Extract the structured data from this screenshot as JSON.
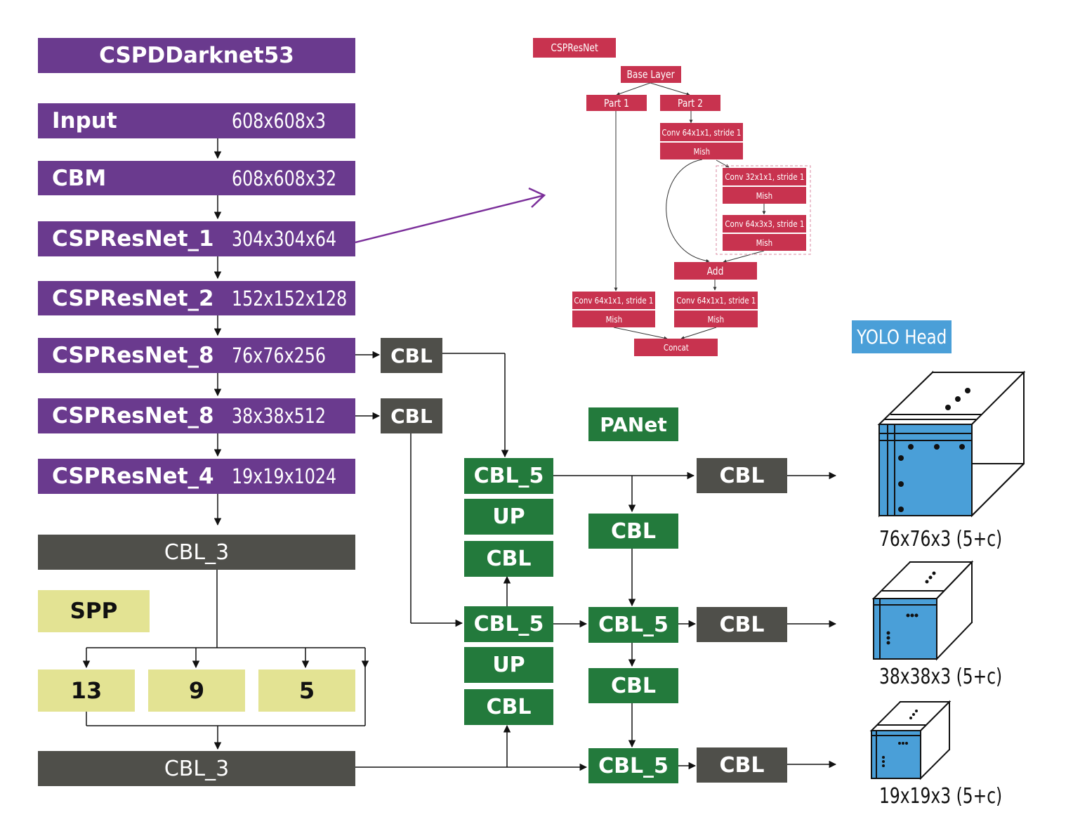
{
  "backbone": {
    "title": "CSPDDarknet53",
    "layers": [
      {
        "name": "Input",
        "dims": "608x608x3"
      },
      {
        "name": "CBM",
        "dims": "608x608x32"
      },
      {
        "name": "CSPResNet_1",
        "dims": "304x304x64"
      },
      {
        "name": "CSPResNet_2",
        "dims": "152x152x128"
      },
      {
        "name": "CSPResNet_8",
        "dims": "76x76x256"
      },
      {
        "name": "CSPResNet_8",
        "dims": "38x38x512"
      },
      {
        "name": "CSPResNet_4",
        "dims": "19x19x1024"
      }
    ],
    "cbl3_top": "CBL_3",
    "cbl3_bottom": "CBL_3"
  },
  "spp": {
    "title": "SPP",
    "pools": [
      "13",
      "9",
      "5"
    ]
  },
  "lateral": {
    "cbl_a": "CBL",
    "cbl_b": "CBL"
  },
  "panet": {
    "title": "PANet",
    "left_col": [
      "CBL_5",
      "UP",
      "CBL",
      "CBL_5",
      "UP",
      "CBL"
    ],
    "mid_col": [
      "CBL",
      "CBL_5",
      "CBL",
      "CBL_5"
    ],
    "out_cbl": [
      "CBL",
      "CBL",
      "CBL"
    ]
  },
  "cspresnet": {
    "title": "CSPResNet",
    "base_layer": "Base Layer",
    "part1": "Part 1",
    "part2": "Part 2",
    "conv_a": "Conv 64x1x1, stride 1",
    "mish_a": "Mish",
    "conv_b": "Conv 32x1x1, stride 1",
    "mish_b": "Mish",
    "conv_c": "Conv 64x3x3, stride 1",
    "mish_c": "Mish",
    "add": "Add",
    "conv_left": "Conv 64x1x1, stride 1",
    "mish_left": "Mish",
    "conv_right": "Conv 64x1x1, stride 1",
    "mish_right": "Mish",
    "concat": "Concat"
  },
  "yolo_head": {
    "title": "YOLO Head",
    "outputs": [
      "76x76x3 (5+c)",
      "38x38x3 (5+c)",
      "19x19x3 (5+c)"
    ]
  },
  "colors": {
    "backbone": "#6a3a8e",
    "dark_gray": "#4f4f4a",
    "panet_green": "#237a3c",
    "spp_yellow": "#e3e393",
    "cspresnet_red": "#c8334f",
    "yolo_blue": "#4a9fd8",
    "arrow_purple": "#7b2f9a"
  }
}
